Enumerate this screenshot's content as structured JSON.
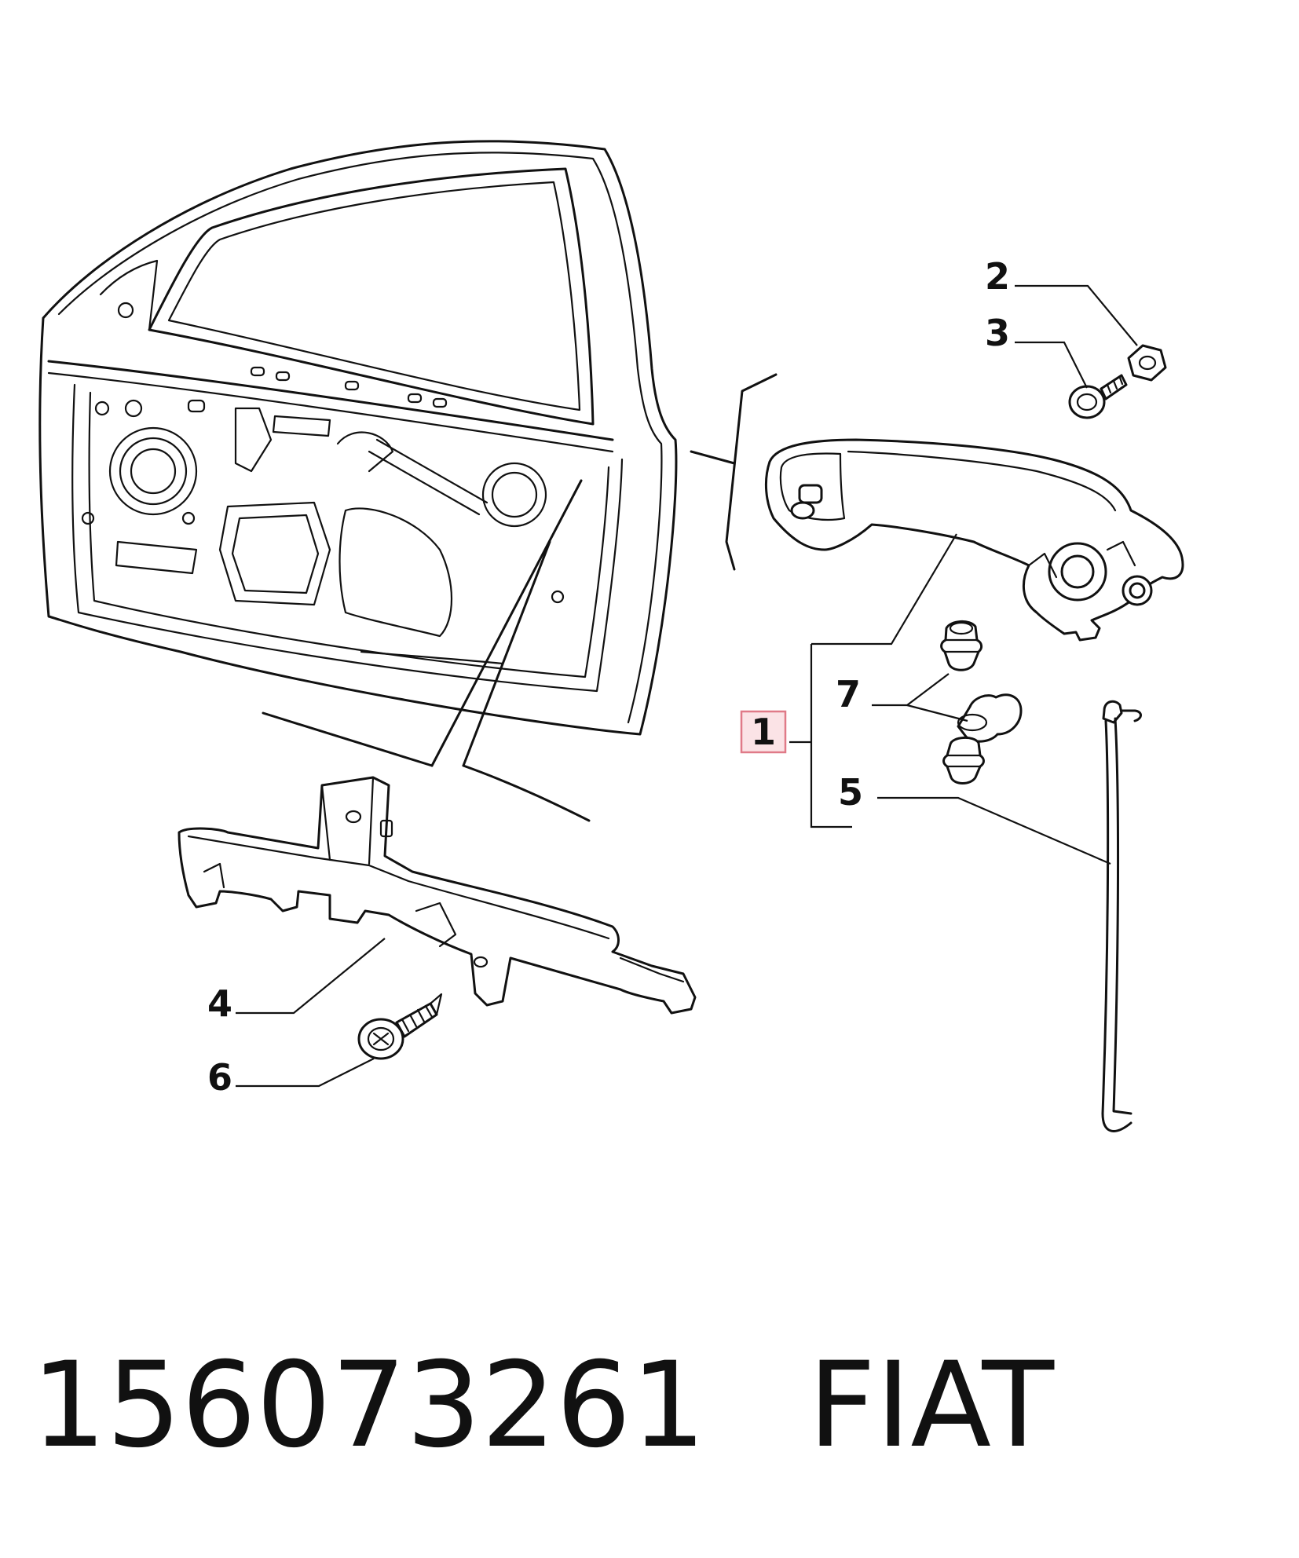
{
  "diagram": {
    "callouts": [
      {
        "id": "1",
        "text": "1",
        "highlighted": true
      },
      {
        "id": "2",
        "text": "2"
      },
      {
        "id": "3",
        "text": "3"
      },
      {
        "id": "4",
        "text": "4"
      },
      {
        "id": "5",
        "text": "5"
      },
      {
        "id": "6",
        "text": "6"
      },
      {
        "id": "7",
        "text": "7"
      }
    ],
    "highlight_color": "#e07a88",
    "highlight_fill": "#fbe3e6"
  },
  "caption": {
    "part_number": "156073261",
    "brand": "FIAT"
  }
}
